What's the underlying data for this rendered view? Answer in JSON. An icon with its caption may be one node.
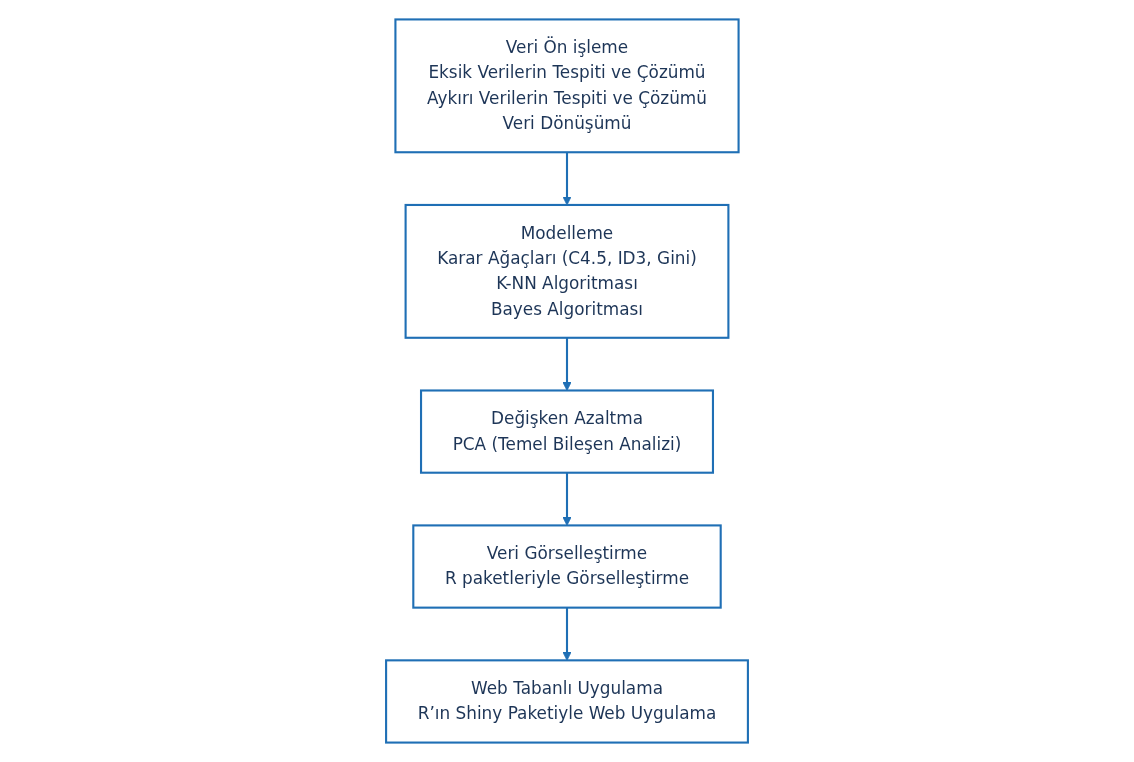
{
  "diagram": {
    "nodes": [
      {
        "text": [
          "Veri Ön işleme",
          "Eksik Verilerin Tespiti ve Çözümü",
          "Aykırı Verilerin Tespiti ve Çözümü",
          "Veri Dönüşümü"
        ]
      },
      {
        "text": [
          "Modelleme",
          "Karar Ağaçları (C4.5, ID3, Gini)",
          "K-NN Algoritması",
          "Bayes Algoritması"
        ]
      },
      {
        "text": [
          "Değişken Azaltma",
          "PCA (Temel Bileşen Analizi)"
        ]
      },
      {
        "text": [
          "Veri Görselleştirme",
          "R paketleriyle Görselleştirme"
        ]
      },
      {
        "text": [
          "Web Tabanlı Uygulama",
          "R’ın Shiny Paketiyle Web Uygulama"
        ]
      }
    ],
    "edges": [
      {
        "from": 0,
        "to": 1,
        "arrow": "to"
      },
      {
        "from": 1,
        "to": 2,
        "arrow": "to"
      },
      {
        "from": 2,
        "to": 3,
        "arrow": "to"
      },
      {
        "from": 3,
        "to": 4,
        "arrow": "to"
      }
    ]
  }
}
